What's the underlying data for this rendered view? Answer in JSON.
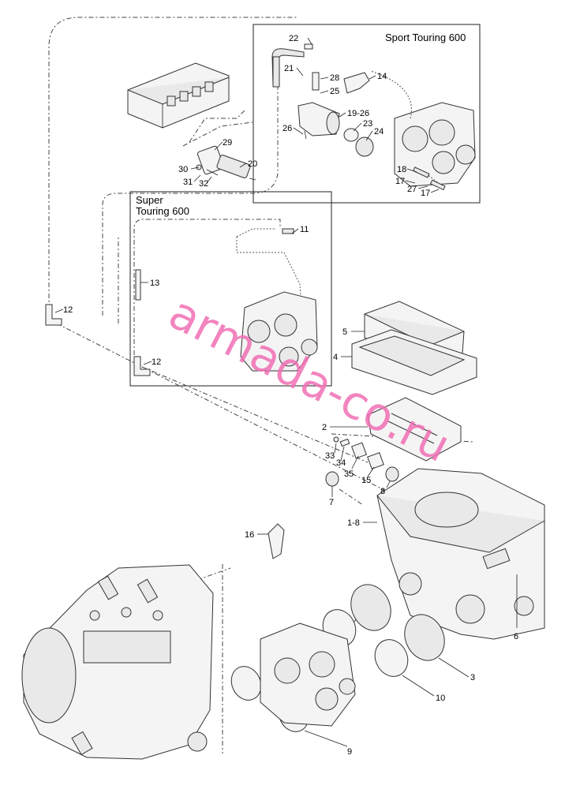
{
  "insets": {
    "sport_touring": "Sport Touring 600",
    "super_touring_line1": "Super",
    "super_touring_line2": "Touring 600"
  },
  "watermark": "armada-co.ru",
  "callouts": {
    "c22": "22",
    "c21": "21",
    "c28": "28",
    "c14": "14",
    "c25": "25",
    "c19_26": "19-26",
    "c23": "23",
    "c26": "26",
    "c24": "24",
    "c18": "18",
    "c17a": "17",
    "c27": "27",
    "c17b": "17",
    "c29": "29",
    "c20": "20",
    "c30": "30",
    "c31": "31",
    "c32": "32",
    "c11": "11",
    "c13": "13",
    "c12a": "12",
    "c12b": "12",
    "c5": "5",
    "c4": "4",
    "c2": "2",
    "c33": "33",
    "c34": "34",
    "c35": "35",
    "c15": "15",
    "c8": "8",
    "c7": "7",
    "c1_8": "1-8",
    "c16": "16",
    "c6": "6",
    "c3": "3",
    "c10": "10",
    "c9": "9"
  }
}
